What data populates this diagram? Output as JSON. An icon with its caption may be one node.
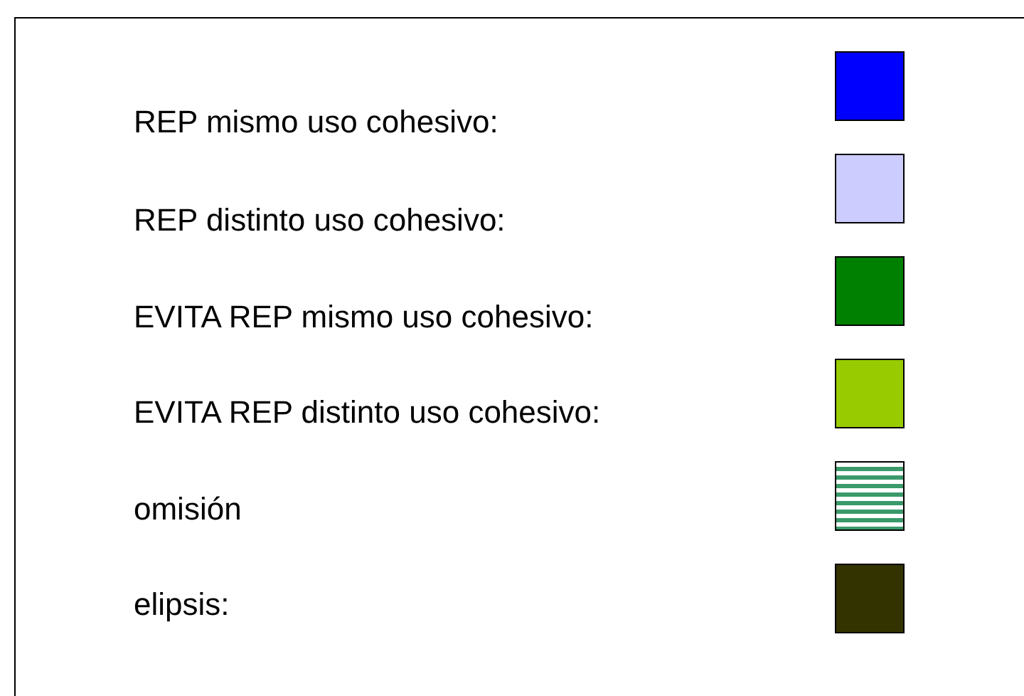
{
  "diagram": {
    "legend": [
      {
        "text": "REP mismo uso cohesivo:",
        "color": "#0000ff"
      },
      {
        "text": "REP distinto uso cohesivo:",
        "color": "#ccccff"
      },
      {
        "text": "EVITA REP mismo uso cohesivo:",
        "color": "#008000"
      },
      {
        "text": "EVITA REP distinto uso cohesivo:",
        "color": "#99cc00"
      },
      {
        "text": "omisión"
      },
      {
        "text": "elipsis:",
        "color": "#333300"
      }
    ]
  }
}
